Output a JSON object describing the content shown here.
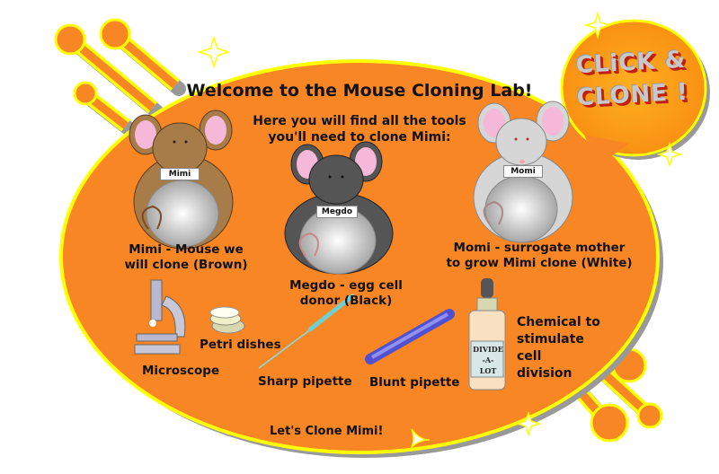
{
  "header": {
    "title": "Welcome to the Mouse Cloning Lab!",
    "intro_line1": "Here you will find all the tools",
    "intro_line2": "you'll need to clone Mimi:"
  },
  "action_button": {
    "line1": "CLiCK &",
    "line2": "CLONE !"
  },
  "mice": [
    {
      "name_tag": "Mimi",
      "caption_line1": "Mimi - Mouse we",
      "caption_line2": "will clone (Brown)",
      "color": "#a87c48"
    },
    {
      "name_tag": "Megdo",
      "caption_line1": "Megdo - egg cell",
      "caption_line2": "donor (Black)",
      "color": "#555555"
    },
    {
      "name_tag": "Momi",
      "caption_line1": "Momi - surrogate mother",
      "caption_line2": "to grow Mimi clone (White)",
      "color": "#d6d6d6"
    }
  ],
  "tools": {
    "microscope": "Microscope",
    "petri": "Petri dishes",
    "sharp_pipette": "Sharp pipette",
    "blunt_pipette": "Blunt pipette",
    "chemical_line1": "Chemical to",
    "chemical_line2": "stimulate",
    "chemical_line3": "cell",
    "chemical_line4": "division",
    "bottle_label_1": "DIVIDE",
    "bottle_label_2": "-A-",
    "bottle_label_3": "LOT"
  },
  "footer": {
    "lets_clone": "Let's Clone Mimi!"
  },
  "colors": {
    "orange": "#f98624",
    "yellow_outline": "#ffff00",
    "shadow": "#999999",
    "ear_pink": "#f6b8d8"
  }
}
